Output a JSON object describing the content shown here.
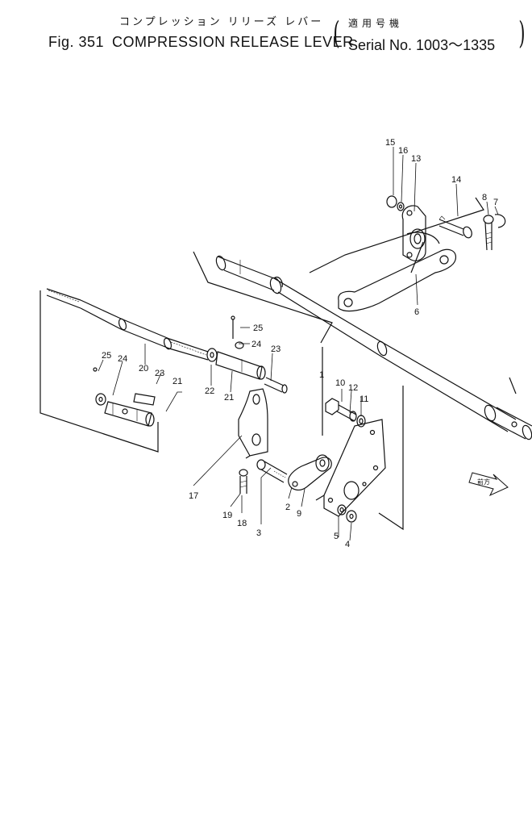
{
  "figure": {
    "title_jp": "コンプレッション リリーズ レバー",
    "fig_no": "Fig. 351",
    "title_en": "COMPRESSION RELEASE LEVER",
    "serial_jp": "適用号機",
    "serial_en": "Serial No. 1003～1335",
    "direction_jp": "前方"
  },
  "callouts": [
    "1",
    "2",
    "3",
    "4",
    "5",
    "6",
    "7",
    "8",
    "9",
    "10",
    "11",
    "12",
    "13",
    "14",
    "15",
    "16",
    "17",
    "18",
    "19",
    "20",
    "21",
    "21",
    "22",
    "23",
    "23",
    "24",
    "24",
    "25",
    "25"
  ]
}
